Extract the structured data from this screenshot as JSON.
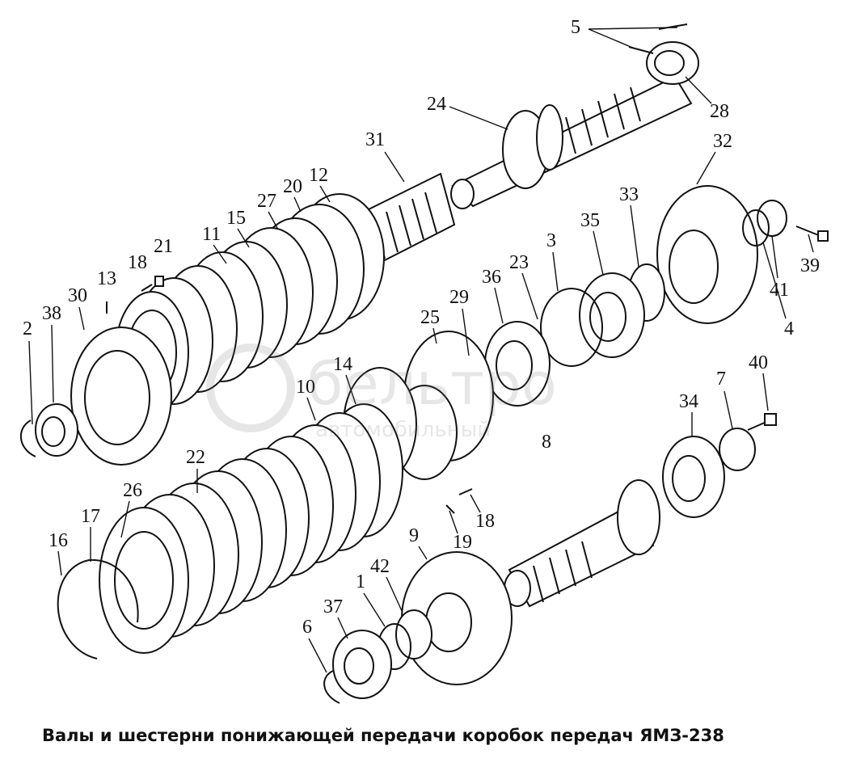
{
  "caption": "Валы и шестерни понижающей передачи коробок передач ЯМЗ-238",
  "watermark": {
    "brand": "бельтро",
    "tagline": "автомобильный"
  },
  "callouts": [
    "5",
    "24",
    "28",
    "31",
    "32",
    "12",
    "20",
    "27",
    "15",
    "11",
    "21",
    "18",
    "13",
    "30",
    "38",
    "2",
    "33",
    "35",
    "3",
    "23",
    "36",
    "29",
    "25",
    "14",
    "10",
    "22",
    "26",
    "17",
    "16",
    "41",
    "39",
    "4",
    "40",
    "7",
    "34",
    "8",
    "18",
    "19",
    "9",
    "42",
    "1",
    "37",
    "6"
  ]
}
